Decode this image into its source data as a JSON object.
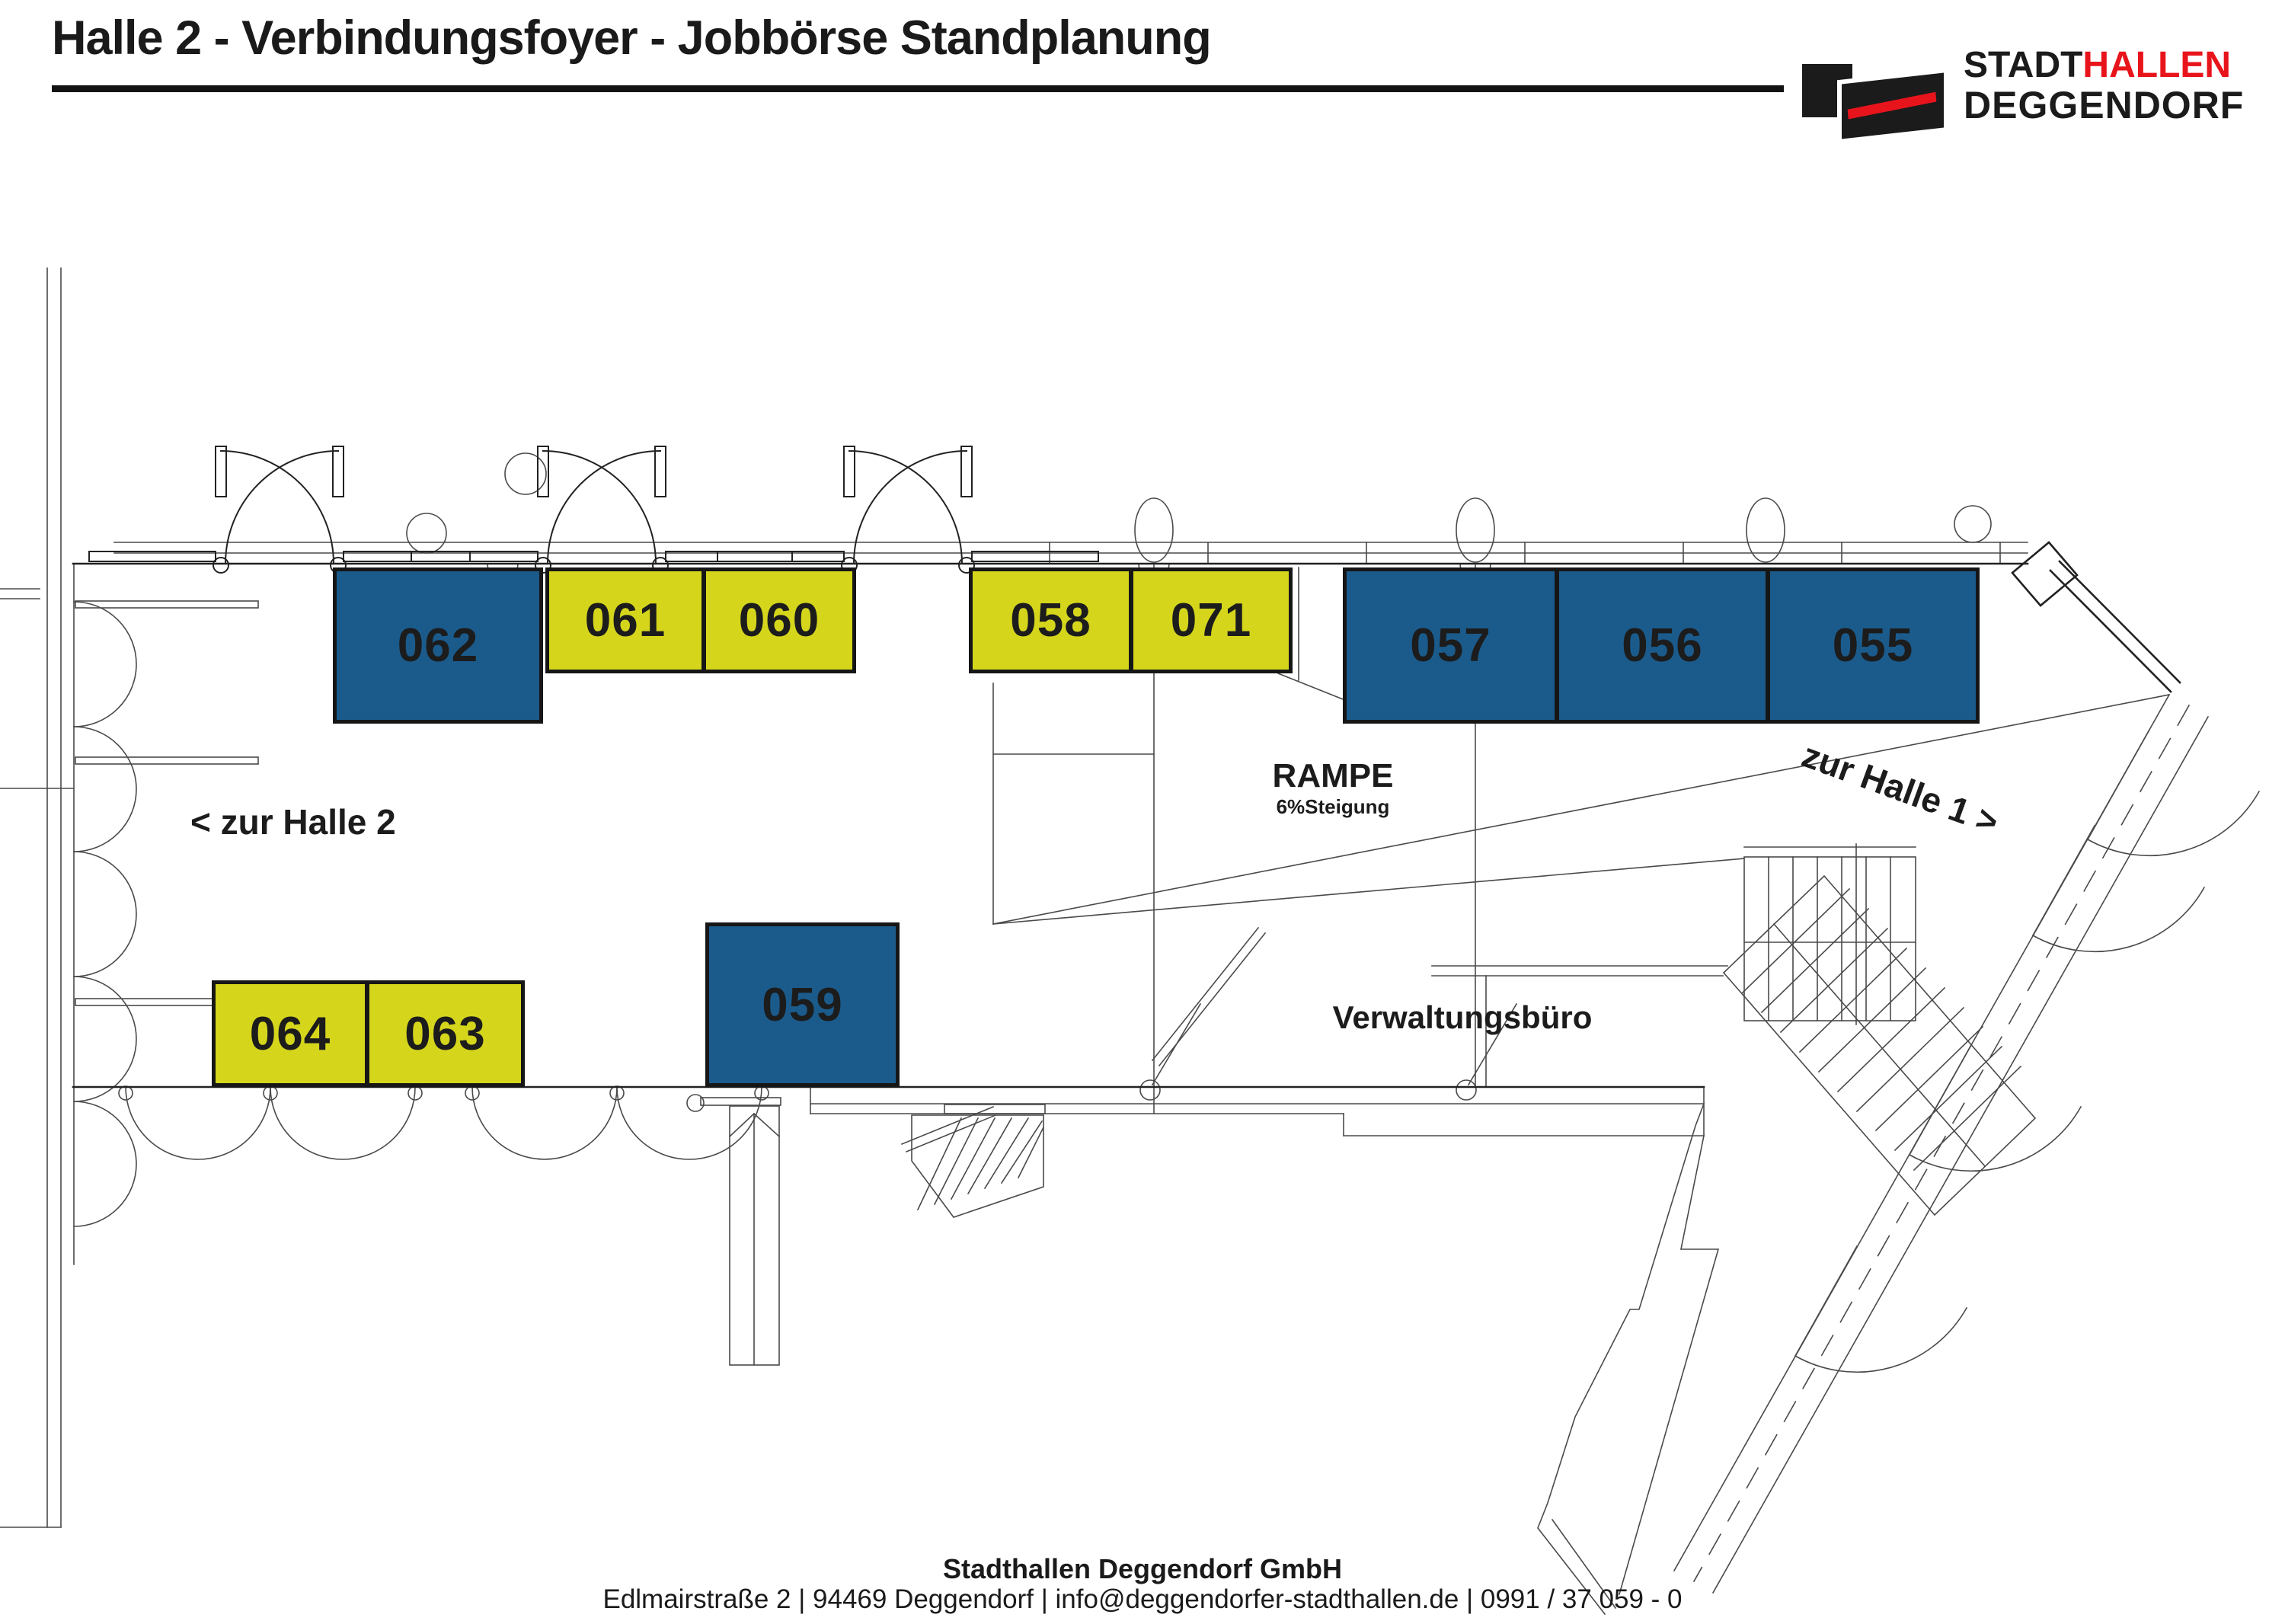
{
  "header": {
    "title": "Halle 2 - Verbindungsfoyer - Jobbörse Standplanung"
  },
  "logo": {
    "line1_black": "STADT",
    "line1_red": "HALLEN",
    "line2": "DEGGENDORF"
  },
  "plan": {
    "booths": [
      {
        "label": "062",
        "color": "booth_blue"
      },
      {
        "label": "061",
        "color": "booth_yellow"
      },
      {
        "label": "060",
        "color": "booth_yellow"
      },
      {
        "label": "058",
        "color": "booth_yellow"
      },
      {
        "label": "071",
        "color": "booth_yellow"
      },
      {
        "label": "057",
        "color": "booth_blue"
      },
      {
        "label": "056",
        "color": "booth_blue"
      },
      {
        "label": "055",
        "color": "booth_blue"
      },
      {
        "label": "059",
        "color": "booth_blue"
      },
      {
        "label": "064",
        "color": "booth_yellow"
      },
      {
        "label": "063",
        "color": "booth_yellow"
      }
    ],
    "labels": {
      "zur_halle_2": "< zur Halle 2",
      "rampe": "RAMPE",
      "rampe_sub": "6%Steigung",
      "zur_halle_1": "zur Halle 1 >",
      "office": "Verwaltungsbüro"
    }
  },
  "footer": {
    "company": "Stadthallen Deggendorf GmbH",
    "contact": "Edlmairstraße 2 | 94469 Deggendorf | info@deggendorfer-stadthallen.de | 0991 / 37 059 - 0"
  },
  "colors": {
    "booth_blue": "#1b5b8c",
    "booth_yellow": "#d5d61c",
    "logo_red": "#e8141c",
    "line_dark": "#222222",
    "line_thin": "#4a4a4a",
    "text": "#1a1a1a"
  }
}
